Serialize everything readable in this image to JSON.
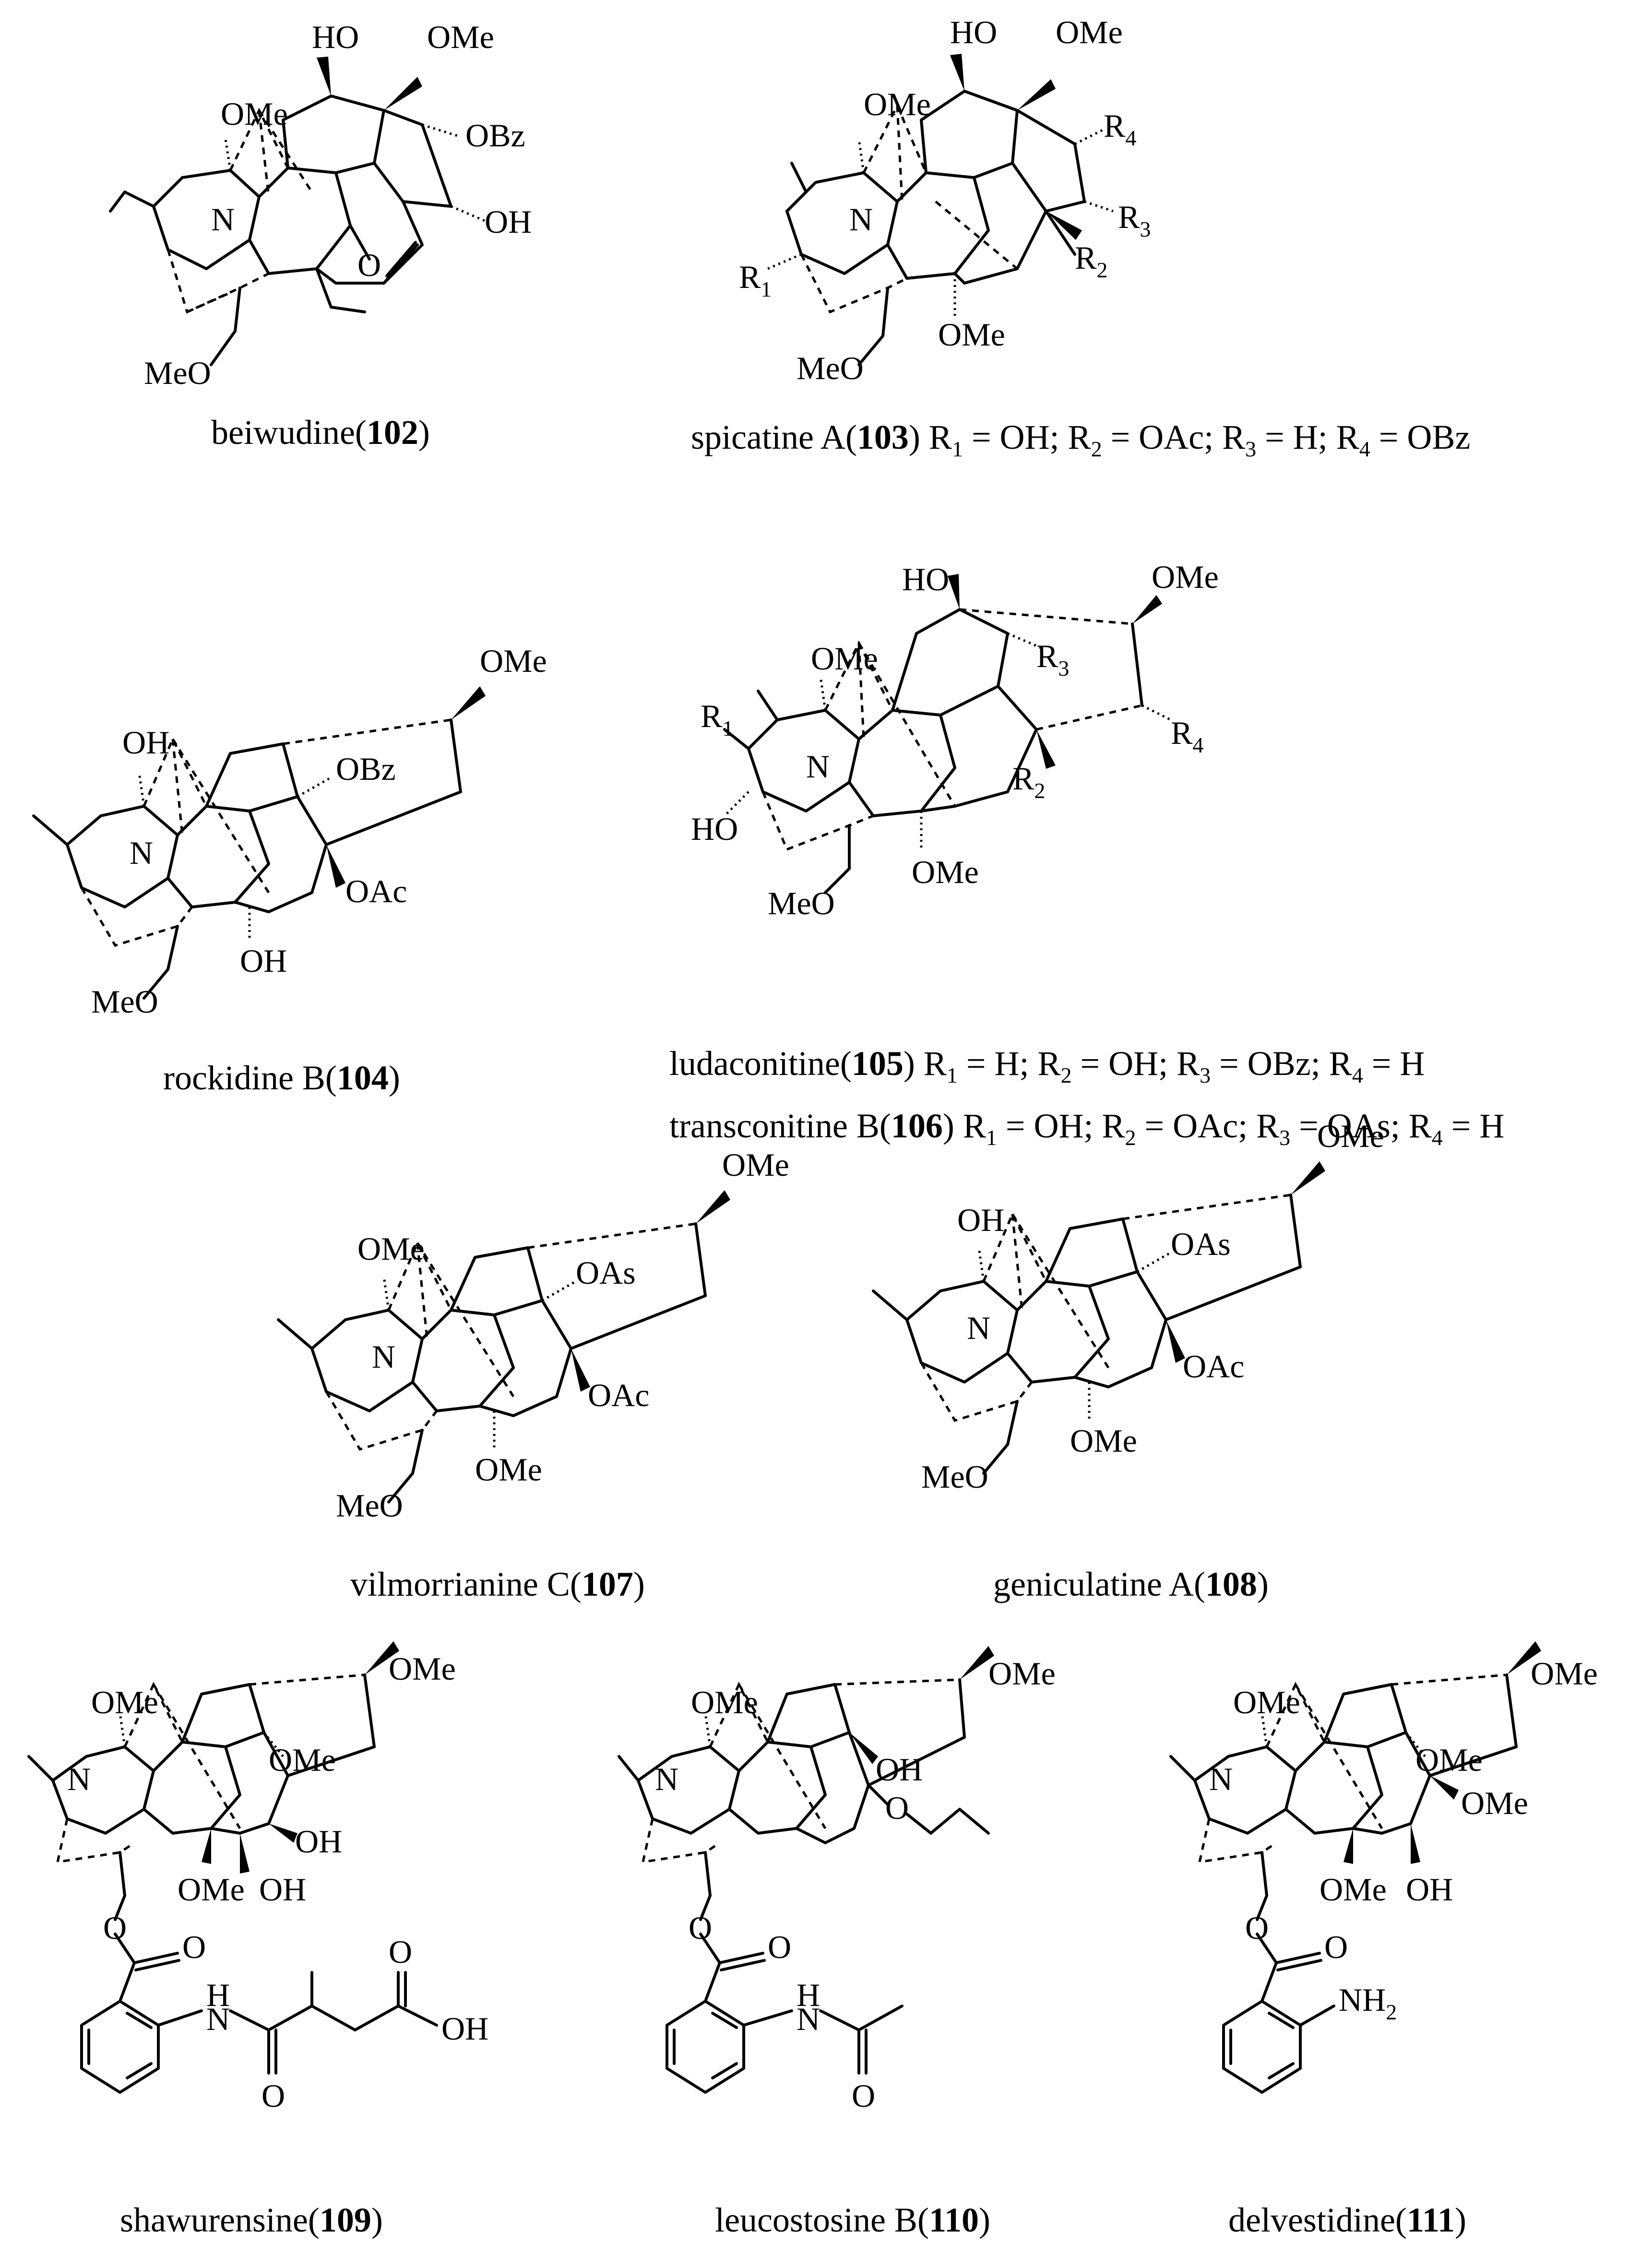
{
  "compounds": [
    {
      "name": "beiwudine",
      "number": "102",
      "substituents": ""
    },
    {
      "name": "spicatine A",
      "number": "103",
      "substituents": "R1 = OH; R2 = OAc; R3 = H; R4 = OBz"
    },
    {
      "name": "rockidine B",
      "number": "104",
      "substituents": ""
    },
    {
      "name": "ludaconitine",
      "number": "105",
      "substituents": "R1 = H; R2 = OH; R3 = OBz; R4 = H"
    },
    {
      "name": "transconitine B",
      "number": "106",
      "substituents": "R1 = OH; R2 = OAc; R3 = OAs; R4 = H"
    },
    {
      "name": "vilmorrianine C",
      "number": "107",
      "substituents": ""
    },
    {
      "name": "geniculatine A",
      "number": "108",
      "substituents": ""
    },
    {
      "name": "shawurensine",
      "number": "109",
      "substituents": ""
    },
    {
      "name": "leucostosine B",
      "number": "110",
      "substituents": ""
    },
    {
      "name": "delvestidine",
      "number": "111",
      "substituents": ""
    }
  ],
  "labels": {
    "ho": "HO",
    "oh": "OH",
    "ome": "OMe",
    "meo": "MeO",
    "obz": "OBz",
    "oac": "OAc",
    "oas": "OAs",
    "n": "N",
    "o": "O",
    "h": "H",
    "nh": "NH",
    "r": "R",
    "r1": "1",
    "r2": "2",
    "r3": "3",
    "r4": "4",
    "nh2sub": "2",
    "open": "(",
    "close": ")",
    "s103": " R",
    "s103a": " = OH; R",
    "s103b": " = OAc; R",
    "s103c": " = H; R",
    "s103d": " = OBz",
    "s105a": " = H; R",
    "s105b": " = OH; R",
    "s105c": " = OBz; R",
    "s105d": " = H",
    "s106a": " = OH; R",
    "s106b": " = OAc; R",
    "s106c": " = OAs; R",
    "s106d": " = H"
  }
}
